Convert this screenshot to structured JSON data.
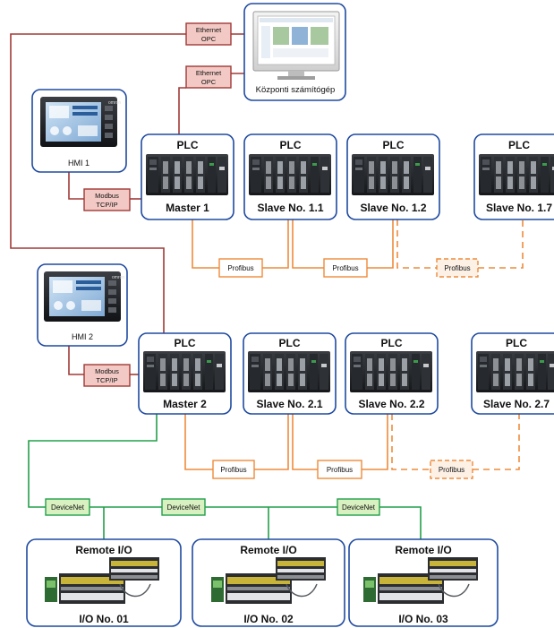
{
  "colors": {
    "ethernet": "#a03a36",
    "profibus": "#ee8a3a",
    "devicenet": "#22a04a",
    "box_border": "#1f4aa0",
    "eth_fill": "#f2c9c4",
    "profi_fill": "#ffffff",
    "dnet_fill": "#d9f0c0"
  },
  "computer": {
    "label": "Központi számítógép",
    "icon": "desktop-computer-icon"
  },
  "ethernet_labels": [
    {
      "line1": "Ethernet",
      "line2": "OPC"
    },
    {
      "line1": "Ethernet",
      "line2": "OPC"
    }
  ],
  "hmi": [
    {
      "label": "HMI 1",
      "brand": "omron",
      "icon": "touch-panel-icon"
    },
    {
      "label": "HMI 2",
      "brand": "omron",
      "icon": "touch-panel-icon"
    }
  ],
  "modbus_labels": [
    {
      "line1": "Modbus",
      "line2": "TCP/IP"
    },
    {
      "line1": "Modbus",
      "line2": "TCP/IP"
    }
  ],
  "plc_row1": [
    {
      "title": "PLC",
      "name": "Master 1"
    },
    {
      "title": "PLC",
      "name": "Slave No. 1.1"
    },
    {
      "title": "PLC",
      "name": "Slave No. 1.2"
    },
    {
      "title": "PLC",
      "name": "Slave No. 1.7"
    }
  ],
  "plc_row2": [
    {
      "title": "PLC",
      "name": "Master 2"
    },
    {
      "title": "PLC",
      "name": "Slave No. 2.1"
    },
    {
      "title": "PLC",
      "name": "Slave No. 2.2"
    },
    {
      "title": "PLC",
      "name": "Slave No. 2.7"
    }
  ],
  "profibus_labels_row1": [
    "Profibus",
    "Profibus",
    "Profibus"
  ],
  "profibus_labels_row2": [
    "Profibus",
    "Profibus",
    "Profibus"
  ],
  "devicenet_labels": [
    "DeviceNet",
    "DeviceNet",
    "DeviceNet"
  ],
  "remote_io": [
    {
      "title": "Remote I/O",
      "name": "I/O No. 01"
    },
    {
      "title": "Remote I/O",
      "name": "I/O No. 02"
    },
    {
      "title": "Remote I/O",
      "name": "I/O No. 03"
    }
  ]
}
